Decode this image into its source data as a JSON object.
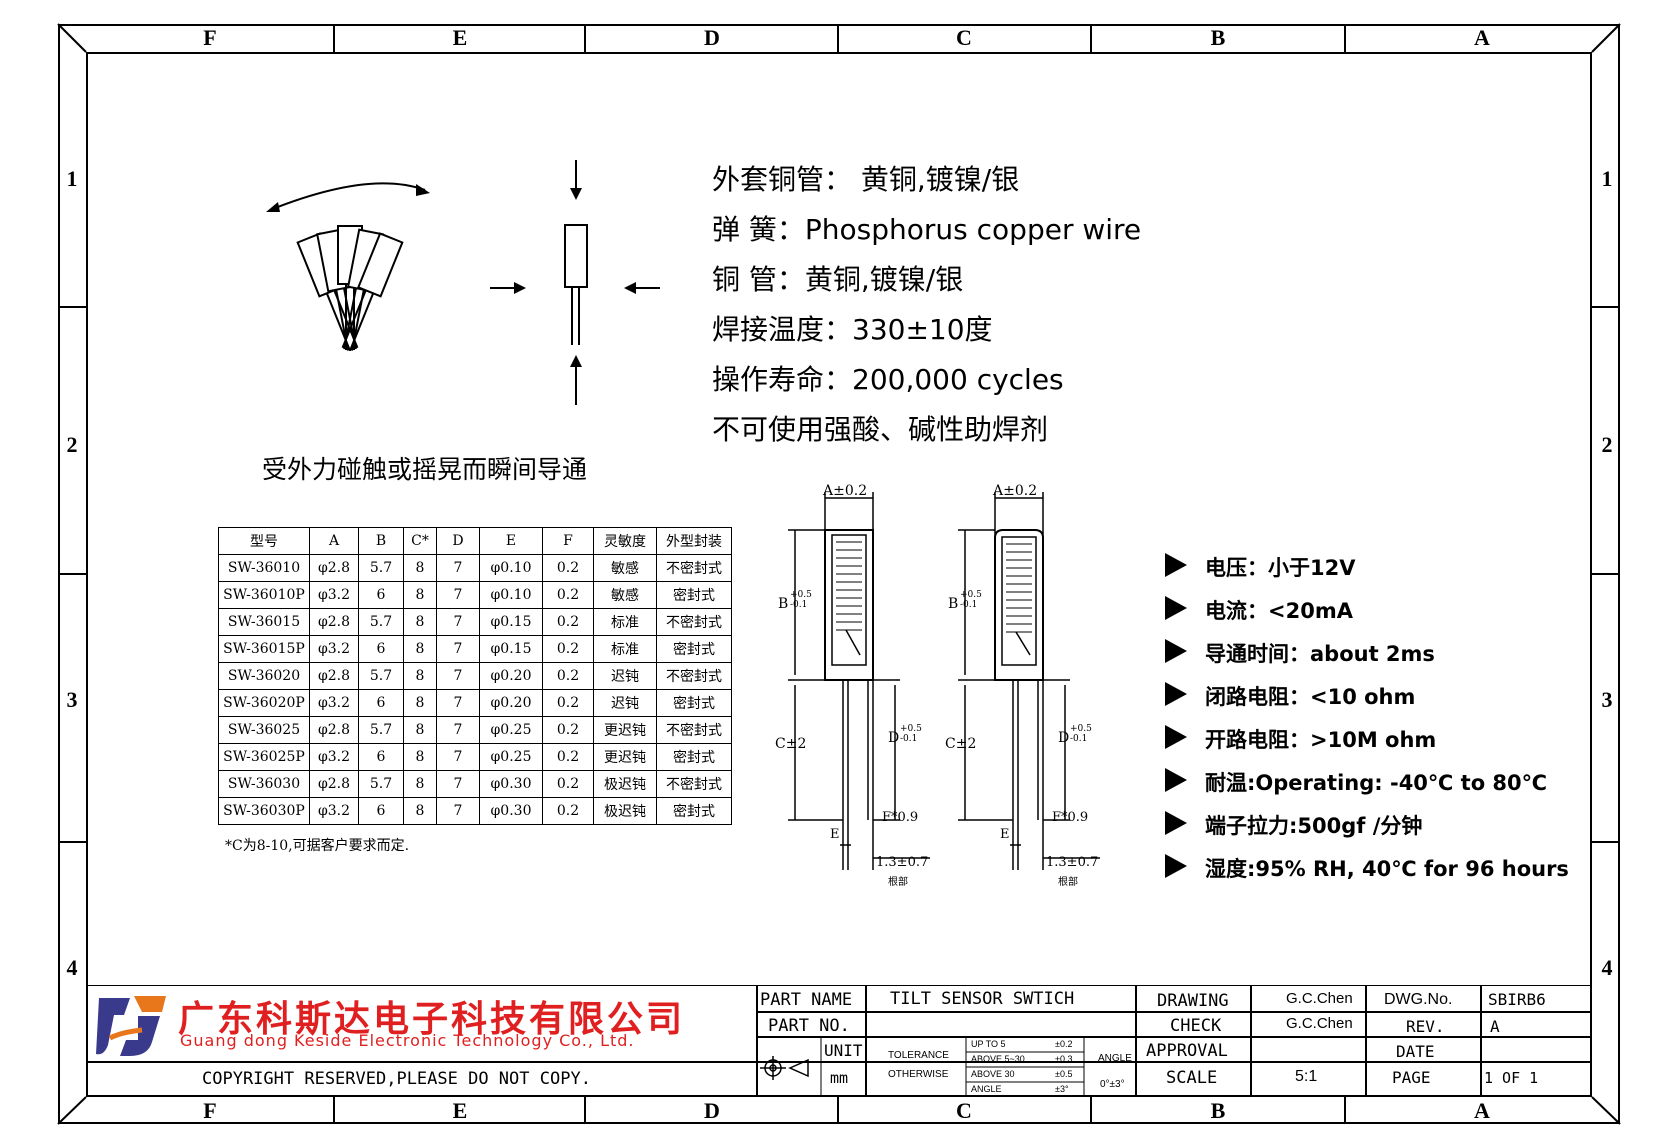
{
  "zones": {
    "letters": [
      "F",
      "E",
      "D",
      "C",
      "B",
      "A"
    ],
    "numbers": [
      "1",
      "2",
      "3",
      "4"
    ]
  },
  "specs": [
    "外套铜管： 黄铜,镀镍/银",
    "弹  簧：Phosphorus copper wire",
    "铜  管：黄铜,镀镍/银",
    "焊接温度：330±10度",
    "操作寿命：200,000 cycles",
    "不可使用强酸、碱性助焊剂"
  ],
  "caption": "受外力碰触或摇晃而瞬间导通",
  "table": {
    "headers": [
      "型号",
      "A",
      "B",
      "C*",
      "D",
      "E",
      "F",
      "灵敏度",
      "外型封装"
    ],
    "rows": [
      [
        "SW-36010",
        "φ2.8",
        "5.7",
        "8",
        "7",
        "φ0.10",
        "0.2",
        "敏感",
        "不密封式"
      ],
      [
        "SW-36010P",
        "φ3.2",
        "6",
        "8",
        "7",
        "φ0.10",
        "0.2",
        "敏感",
        "密封式"
      ],
      [
        "SW-36015",
        "φ2.8",
        "5.7",
        "8",
        "7",
        "φ0.15",
        "0.2",
        "标准",
        "不密封式"
      ],
      [
        "SW-36015P",
        "φ3.2",
        "6",
        "8",
        "7",
        "φ0.15",
        "0.2",
        "标准",
        "密封式"
      ],
      [
        "SW-36020",
        "φ2.8",
        "5.7",
        "8",
        "7",
        "φ0.20",
        "0.2",
        "迟钝",
        "不密封式"
      ],
      [
        "SW-36020P",
        "φ3.2",
        "6",
        "8",
        "7",
        "φ0.20",
        "0.2",
        "迟钝",
        "密封式"
      ],
      [
        "SW-36025",
        "φ2.8",
        "5.7",
        "8",
        "7",
        "φ0.25",
        "0.2",
        "更迟钝",
        "不密封式"
      ],
      [
        "SW-36025P",
        "φ3.2",
        "6",
        "8",
        "7",
        "φ0.25",
        "0.2",
        "更迟钝",
        "密封式"
      ],
      [
        "SW-36030",
        "φ2.8",
        "5.7",
        "8",
        "7",
        "φ0.30",
        "0.2",
        "极迟钝",
        "不密封式"
      ],
      [
        "SW-36030P",
        "φ3.2",
        "6",
        "8",
        "7",
        "φ0.30",
        "0.2",
        "极迟钝",
        "密封式"
      ]
    ],
    "note": "*C为8-10,可据客户要求而定."
  },
  "dims": {
    "a": "A±0.2",
    "b": "B",
    "b_tol": "+0.5\n-0.1",
    "c": "C±2",
    "d": "D",
    "d_tol": "+0.5\n-0.1",
    "e": "E",
    "f": "F*0.9",
    "root": "1.3±0.7",
    "root_label": "根部"
  },
  "params": [
    "电压：小于12V",
    "电流：<20mA",
    "导通时间：about 2ms",
    "闭路电阻：<10 ohm",
    "开路电阻：>10M ohm",
    "耐温:Operating: -40℃ to 80℃",
    "端子拉力:500gf /分钟",
    "湿度:95% RH, 40℃ for 96 hours"
  ],
  "company": {
    "name_cn": "广东科斯达电子科技有限公司",
    "name_en": "Guang dong Keside  Electronic Technology Co., Ltd.",
    "copyright": "COPYRIGHT RESERVED,PLEASE DO NOT COPY.",
    "brand_color": "#3a3a8c",
    "accent_color": "#e8771c",
    "text_color": "#e02020"
  },
  "titleblock": {
    "part_name_label": "PART NAME",
    "part_name": "TILT SENSOR SWTICH",
    "part_no_label": "PART NO.",
    "unit_label": "UNIT",
    "unit": "mm",
    "tolerance": "TOLERANCE",
    "otherwise": "OTHERWISE",
    "tol_1": "UP TO 5",
    "tol_1v": "±0.2",
    "tol_2": "ABOVE 5~30",
    "tol_2v": "±0.3",
    "tol_3": "ABOVE 30",
    "tol_3v": "±0.5",
    "tol_4": "ANGLE",
    "tol_4v": "±3°",
    "angle_label": "ANGLE",
    "angle_value": "0°±3°",
    "drawing_label": "DRAWING",
    "drawing": "G.C.Chen",
    "check_label": "CHECK",
    "check": "G.C.Chen",
    "approval_label": "APPROVAL",
    "scale_label": "SCALE",
    "scale": "5:1",
    "dwgno_label": "DWG.No.",
    "dwgno": "SBIRB6",
    "rev_label": "REV.",
    "rev": "A",
    "date_label": "DATE",
    "page_label": "PAGE",
    "page": "1  OF  1"
  }
}
